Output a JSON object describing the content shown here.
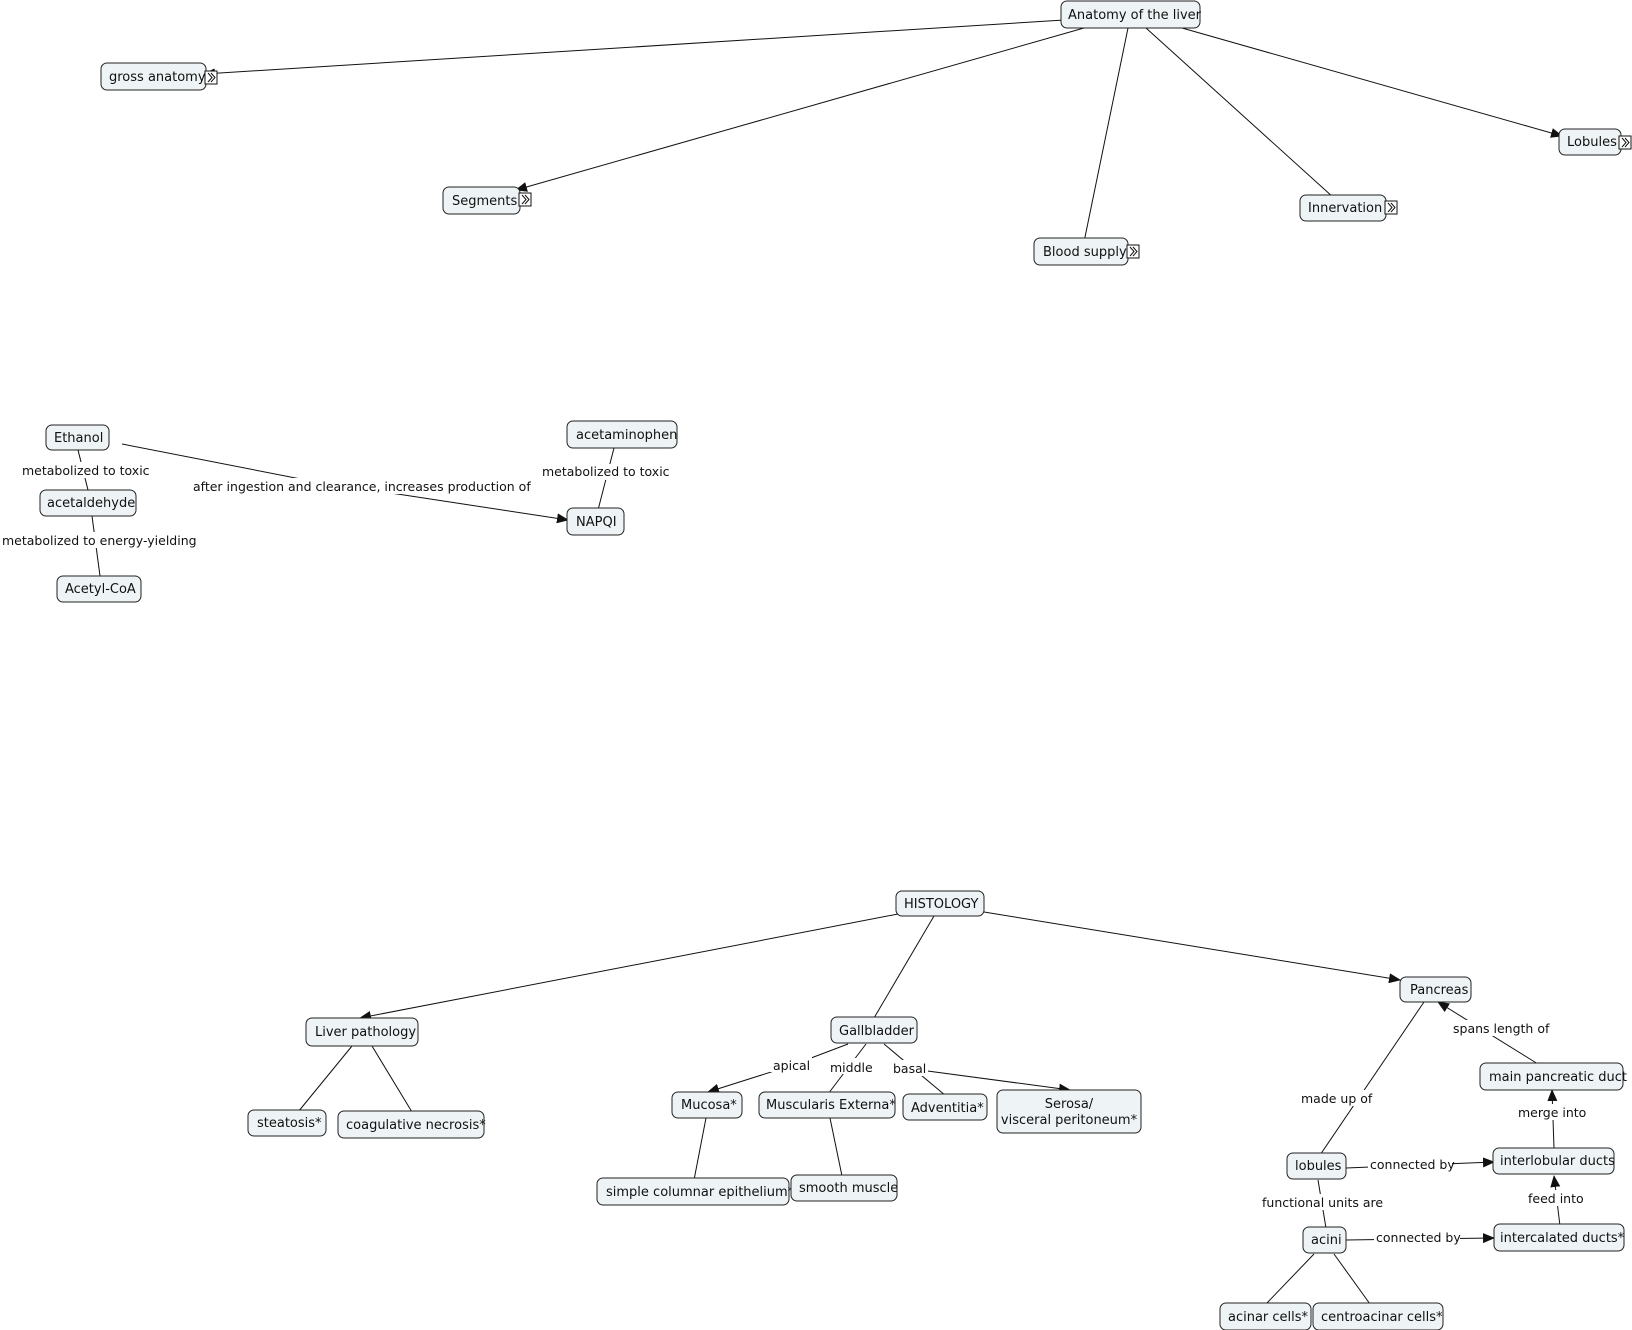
{
  "nodes": {
    "anatomy": "Anatomy of the liver",
    "gross": "gross anatomy",
    "segments": "Segments",
    "blood": "Blood supply",
    "innervation": "Innervation",
    "lobules_top": "Lobules",
    "ethanol": "Ethanol",
    "acetaldehyde": "acetaldehyde",
    "acetylcoa": "Acetyl-CoA",
    "acetaminophen": "acetaminophen",
    "napqi": "NAPQI",
    "histology": "HISTOLOGY",
    "liverpath": "Liver pathology",
    "steatosis": "steatosis*",
    "coag": "coagulative necrosis*",
    "gallbladder": "Gallbladder",
    "mucosa": "Mucosa*",
    "muscularis": "Muscularis Externa*",
    "adventitia": "Adventitia*",
    "serosa_1": "Serosa/",
    "serosa_2": "visceral peritoneum*",
    "simplecol": "simple columnar epithelium*",
    "smooth": "smooth muscle",
    "pancreas": "Pancreas",
    "mainduct": "main pancreatic duct",
    "lobules_p": "lobules",
    "interlob": "interlobular ducts",
    "acini": "acini",
    "intercal": "intercalated ducts*",
    "acinar": "acinar cells*",
    "centro": "centroacinar cells*"
  },
  "labels": {
    "eth_acet": "metabolized to toxic",
    "acet_coa": "metabolized to energy-yielding",
    "eth_napqi": "after ingestion and clearance, increases production of",
    "apap_napqi": "metabolized to toxic",
    "apical": "apical",
    "middle": "middle",
    "basal": "basal",
    "spans": "spans length of",
    "madeup": "made up of",
    "merge": "merge into",
    "conn1": "connected by",
    "feed": "feed into",
    "functional": "functional units are",
    "conn2": "connected by"
  }
}
